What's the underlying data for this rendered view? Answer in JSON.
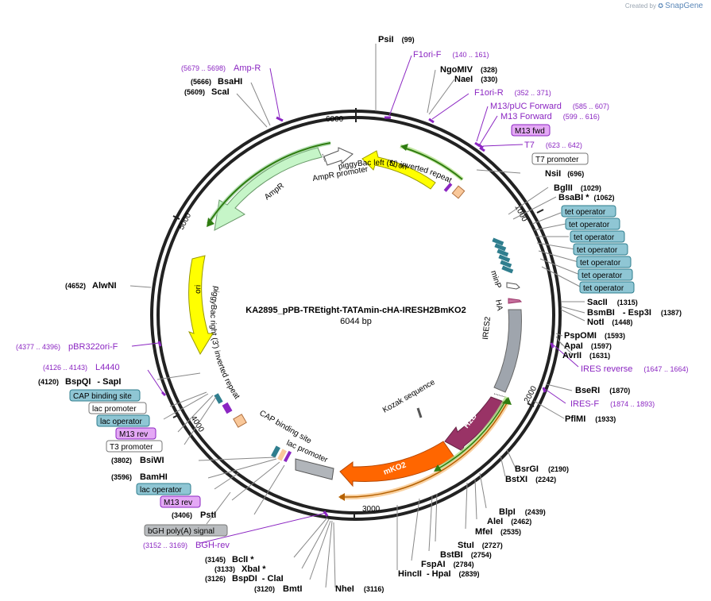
{
  "brand": {
    "prefix": "Created by",
    "name": "SnapGene"
  },
  "plasmid": {
    "name": "KA2895_pPB-TREtight-TATAmin-cHA-IRESH2BmKO2",
    "length": "6044 bp"
  },
  "ticks": [
    "1000",
    "2000",
    "3000",
    "4000",
    "5000",
    "6000"
  ],
  "sites": [
    {
      "name": "PsiI",
      "pos": "(99)"
    },
    {
      "name": "NgoMIV",
      "pos": "(328)"
    },
    {
      "name": "NaeI",
      "pos": "(330)"
    },
    {
      "name": "NsiI",
      "pos": "(696)"
    },
    {
      "name": "BglII",
      "pos": "(1029)"
    },
    {
      "name": "BsaBI *",
      "pos": "(1062)"
    },
    {
      "name": "SacII",
      "pos": "(1315)"
    },
    {
      "name": "BsmBI",
      "pos": ""
    },
    {
      "name": "- Esp3I",
      "pos": "(1387)"
    },
    {
      "name": "NotI",
      "pos": "(1448)"
    },
    {
      "name": "PspOMI",
      "pos": "(1593)"
    },
    {
      "name": "ApaI",
      "pos": "(1597)"
    },
    {
      "name": "AvrII",
      "pos": "(1631)"
    },
    {
      "name": "BseRI",
      "pos": "(1870)"
    },
    {
      "name": "PflMI",
      "pos": "(1933)"
    },
    {
      "name": "BsrGI",
      "pos": "(2190)"
    },
    {
      "name": "BstXI",
      "pos": "(2242)"
    },
    {
      "name": "BlpI",
      "pos": "(2439)"
    },
    {
      "name": "AleI",
      "pos": "(2462)"
    },
    {
      "name": "MfeI",
      "pos": "(2535)"
    },
    {
      "name": "StuI",
      "pos": "(2727)"
    },
    {
      "name": "BstBI",
      "pos": "(2754)"
    },
    {
      "name": "FspAI",
      "pos": "(2784)"
    },
    {
      "name": "HincII",
      "pos": ""
    },
    {
      "name": "- HpaI",
      "pos": "(2839)"
    },
    {
      "name": "NheI",
      "pos": "(3116)"
    },
    {
      "name": "BmtI",
      "pos": "(3120)"
    },
    {
      "name": "BspDI",
      "pos": "(3126)"
    },
    {
      "name": "- ClaI",
      "pos": ""
    },
    {
      "name": "XbaI *",
      "pos": "(3133)"
    },
    {
      "name": "BclI *",
      "pos": "(3145)"
    },
    {
      "name": "PstI",
      "pos": "(3406)"
    },
    {
      "name": "BamHI",
      "pos": "(3596)"
    },
    {
      "name": "BsiWI",
      "pos": "(3802)"
    },
    {
      "name": "BspQI",
      "pos": "(4120)"
    },
    {
      "name": "- SapI",
      "pos": ""
    },
    {
      "name": "AlwNI",
      "pos": "(4652)"
    },
    {
      "name": "ScaI",
      "pos": "(5609)"
    },
    {
      "name": "BsaHI",
      "pos": "(5666)"
    }
  ],
  "primers": [
    {
      "name": "F1ori-F",
      "pos": "(140 .. 161)"
    },
    {
      "name": "F1ori-R",
      "pos": "(352 .. 371)"
    },
    {
      "name": "M13/pUC Forward",
      "pos": "(585 .. 607)"
    },
    {
      "name": "M13 Forward",
      "pos": "(599 .. 616)"
    },
    {
      "name": "T7",
      "pos": "(623 .. 642)"
    },
    {
      "name": "IRES reverse",
      "pos": "(1647 .. 1664)"
    },
    {
      "name": "IRES-F",
      "pos": "(1874 .. 1893)"
    },
    {
      "name": "BGH-rev",
      "pos": "(3152 .. 3169)"
    },
    {
      "name": "pBR322ori-F",
      "pos": "(4377 .. 4396)"
    },
    {
      "name": "L4440",
      "pos": "(4126 .. 4143)"
    },
    {
      "name": "Amp-R",
      "pos": "(5679 .. 5698)"
    }
  ],
  "boxes": [
    {
      "label": "M13 fwd",
      "kind": "primer"
    },
    {
      "label": "T7 promoter",
      "kind": "plain"
    },
    {
      "label": "tet operator",
      "kind": "operator"
    },
    {
      "label": "tet operator",
      "kind": "operator"
    },
    {
      "label": "tet operator",
      "kind": "operator"
    },
    {
      "label": "tet operator",
      "kind": "operator"
    },
    {
      "label": "tet operator",
      "kind": "operator"
    },
    {
      "label": "tet operator",
      "kind": "operator"
    },
    {
      "label": "tet operator",
      "kind": "operator"
    },
    {
      "label": "CAP binding site",
      "kind": "operator"
    },
    {
      "label": "lac promoter",
      "kind": "plain"
    },
    {
      "label": "lac operator",
      "kind": "operator"
    },
    {
      "label": "M13 rev",
      "kind": "primer"
    },
    {
      "label": "T3 promoter",
      "kind": "plain"
    },
    {
      "label": "lac operator",
      "kind": "operator"
    },
    {
      "label": "M13 rev",
      "kind": "primer"
    },
    {
      "label": "bGH poly(A) signal",
      "kind": "gray"
    }
  ],
  "features": {
    "f1ori": "f1 ori",
    "ampr_promoter": "AmpR promoter",
    "ampr": "AmpR",
    "ori": "ori",
    "pb_left": "piggyBac left (5') inverted repeat",
    "pb_right": "piggyBac right (3') inverted repeat",
    "minp": "minP",
    "ha": "HA",
    "ires2": "IRES2",
    "kozak": "Kozak sequence",
    "h2b": "H2B",
    "mko2": "mKO2",
    "cap": "CAP binding site",
    "lacp": "lac promoter"
  },
  "colors": {
    "primer": "#8b26c2",
    "primer_box": "#e4a8f5",
    "operator_box": "#8fc6d4",
    "gray_box": "#b9bcbf",
    "ampr": "#c6f5c8",
    "ori": "#ffff00",
    "ires": "#9fa5ad",
    "h2b": "#993366",
    "mko2": "#ff6600",
    "promoter_arrow": "#2f7c10",
    "operator": "#2f7e8e"
  }
}
